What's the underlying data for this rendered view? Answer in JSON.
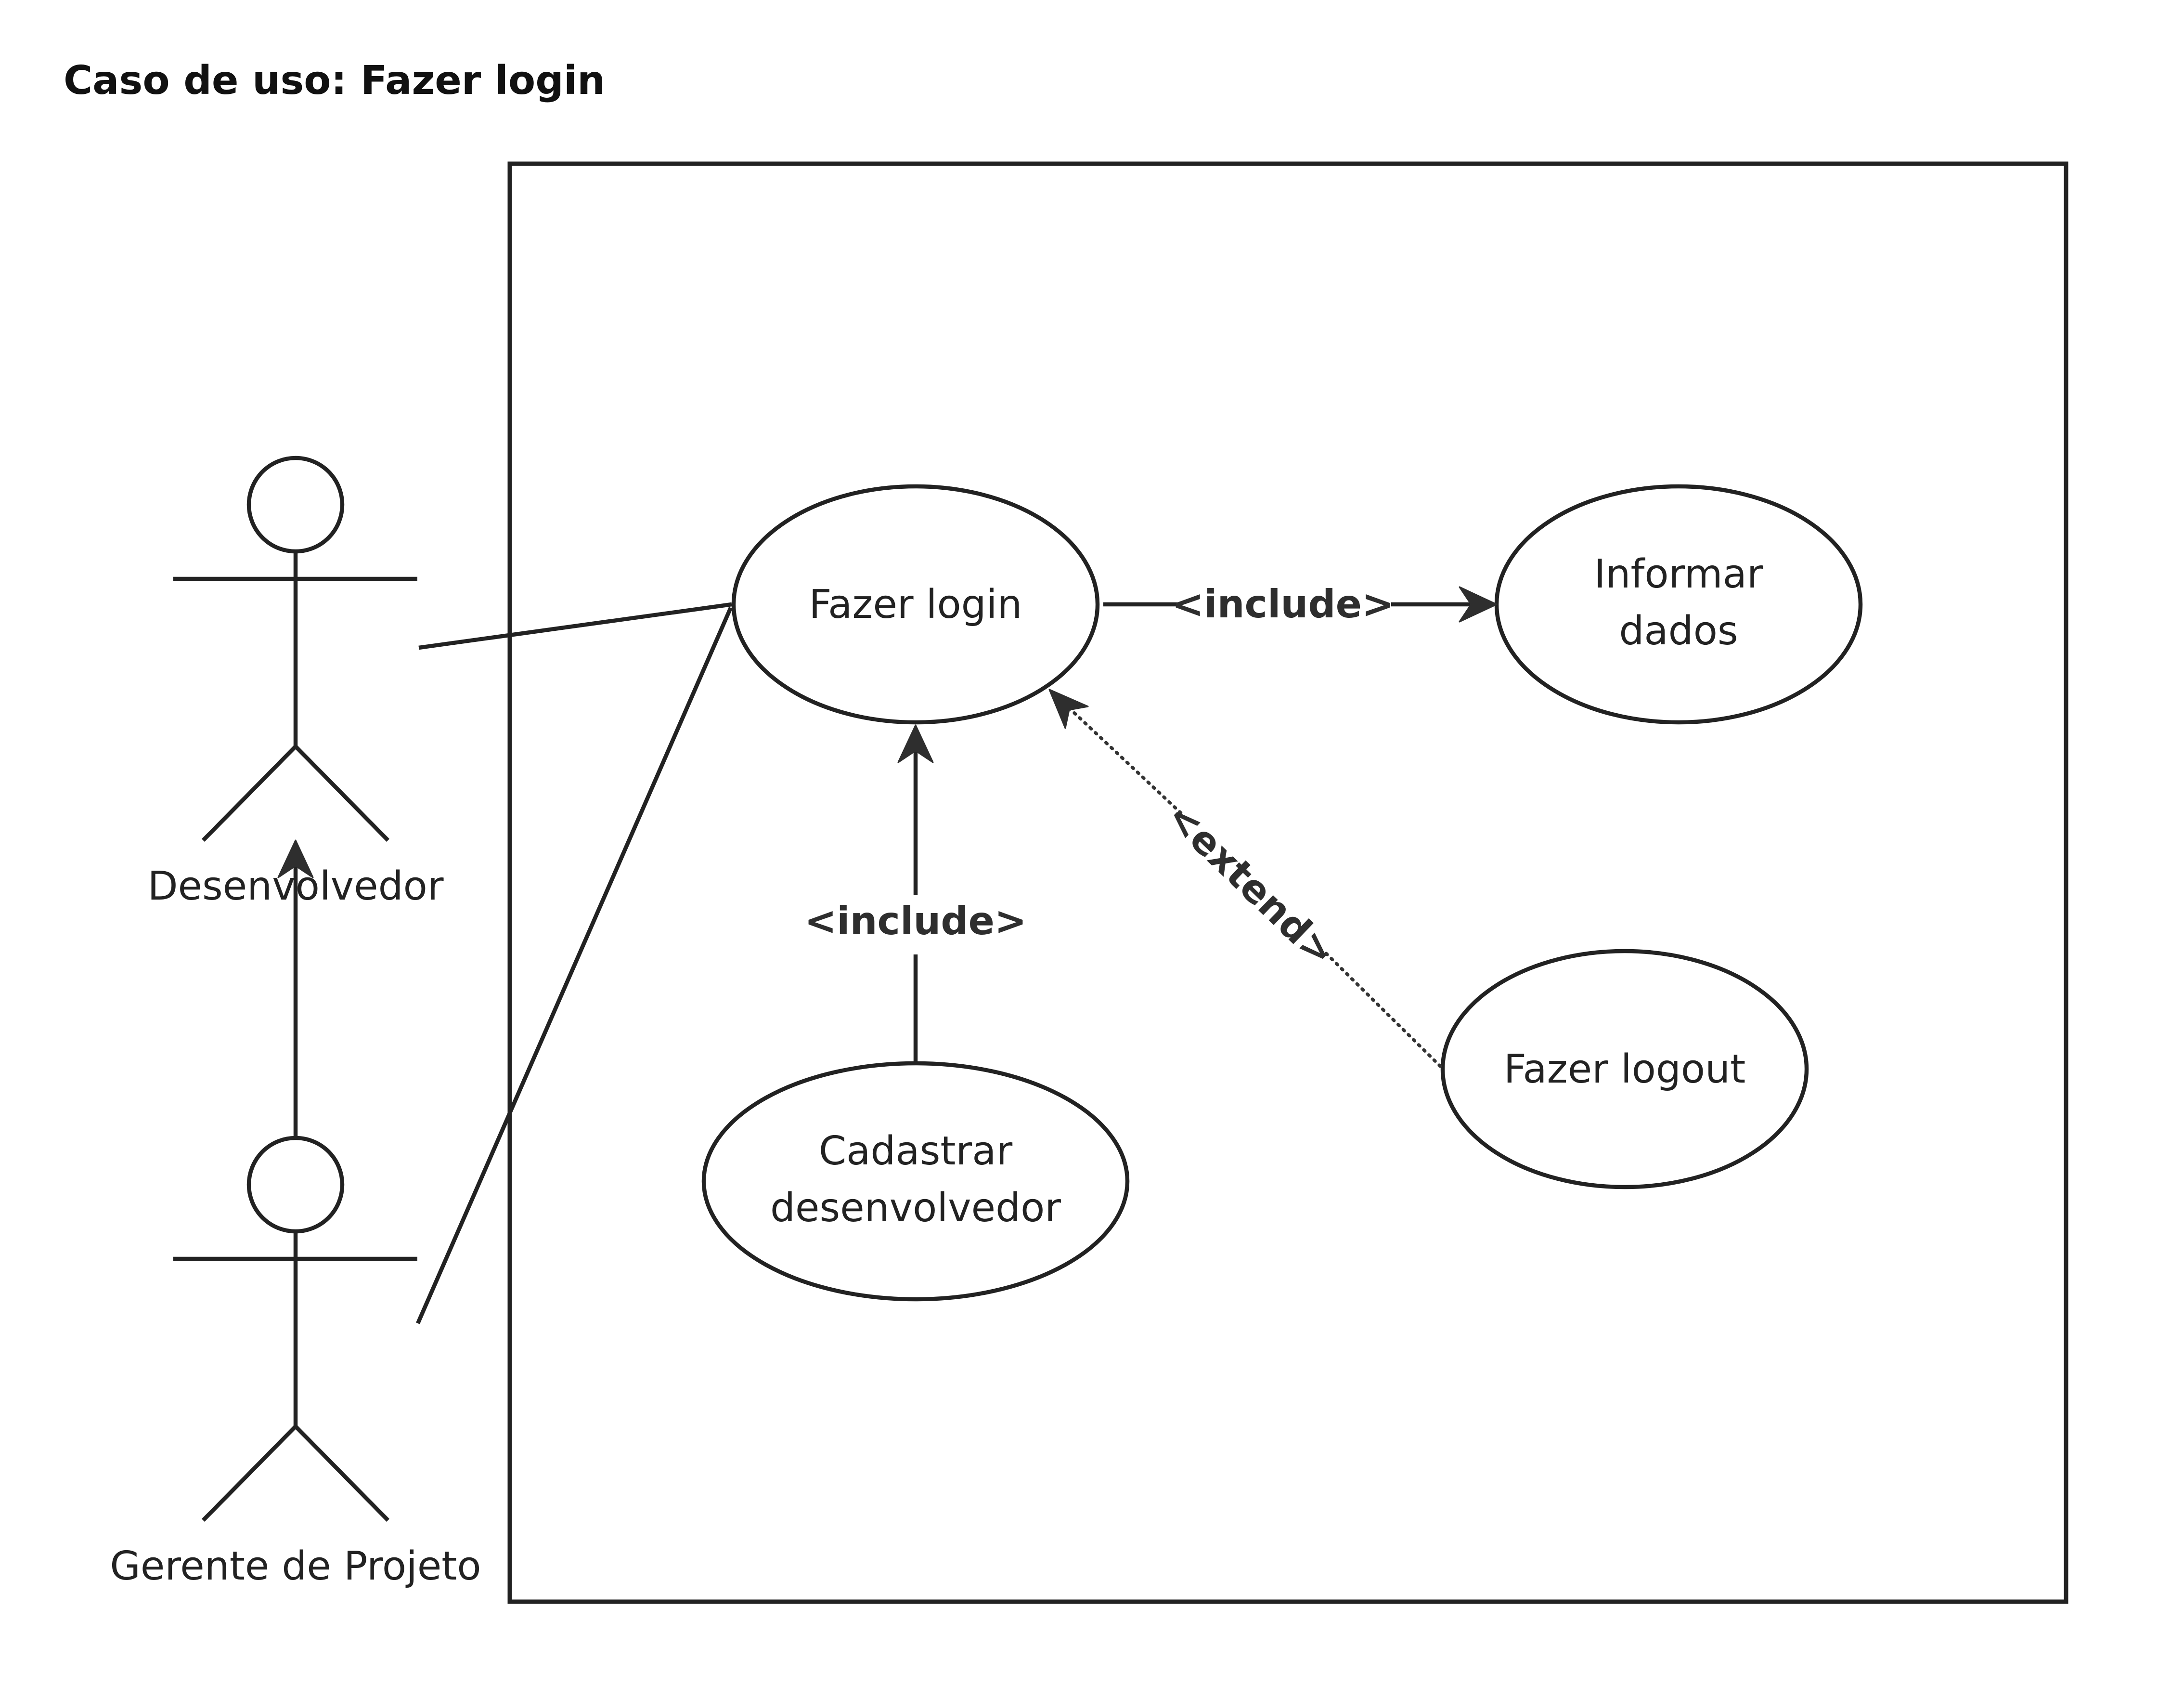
{
  "title": "Caso de uso: Fazer login",
  "actors": {
    "desenvolvedor": "Desenvolvedor",
    "gerente": "Gerente de Projeto"
  },
  "use_cases": {
    "fazer_login": "Fazer login",
    "informar_dados_line1": "Informar",
    "informar_dados_line2": "dados",
    "cadastrar_line1": "Cadastrar",
    "cadastrar_line2": "desenvolvedor",
    "fazer_logout": "Fazer logout"
  },
  "relations": {
    "include_informar": "<include>",
    "include_cadastrar": "<include>",
    "extend_logout": "<extend>"
  }
}
